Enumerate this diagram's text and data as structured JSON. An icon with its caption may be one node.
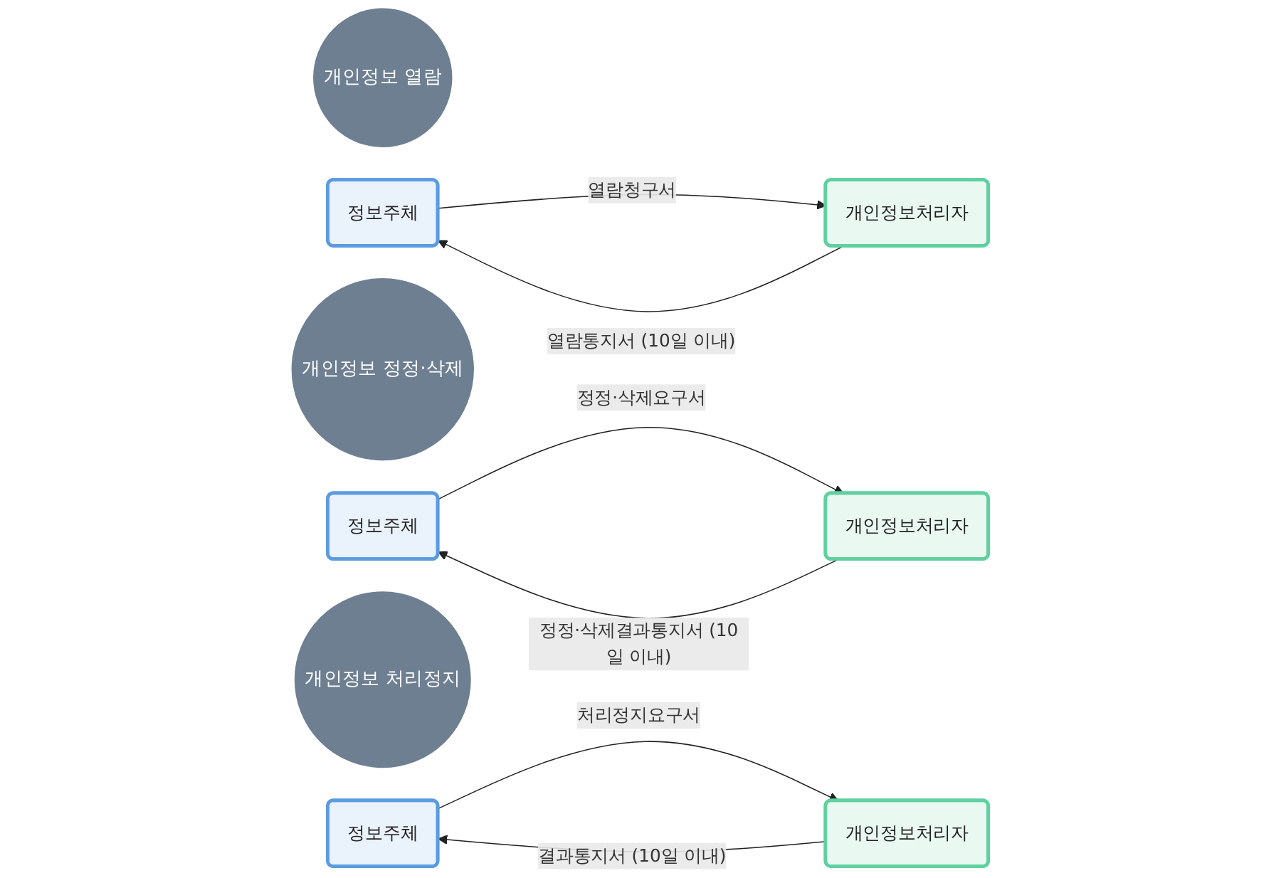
{
  "diagram": {
    "nodes": [
      {
        "text": [
          "개인정보 열람"
        ]
      },
      {
        "text": [
          "정보주체"
        ]
      },
      {
        "text": [
          "개인정보처리자"
        ]
      },
      {
        "text": [
          "개인정보 정정·삭제"
        ]
      },
      {
        "text": [
          "정보주체"
        ]
      },
      {
        "text": [
          "개인정보처리자"
        ]
      },
      {
        "text": [
          "개인정보 처리정지"
        ]
      },
      {
        "text": [
          "정보주체"
        ]
      },
      {
        "text": [
          "개인정보처리자"
        ]
      }
    ],
    "edges": [
      {
        "from": 1,
        "to": 2,
        "arrow": "to",
        "label": "열람청구서"
      },
      {
        "from": 2,
        "to": 1,
        "arrow": "to",
        "label": "열람통지서 (10일 이내)"
      },
      {
        "from": 4,
        "to": 5,
        "arrow": "to",
        "label": "정정·삭제요구서"
      },
      {
        "from": 5,
        "to": 4,
        "arrow": "to",
        "label": "정정·삭제결과통지서 (10일 이내)"
      },
      {
        "from": 7,
        "to": 8,
        "arrow": "to",
        "label": "처리정지요구서"
      },
      {
        "from": 8,
        "to": 7,
        "arrow": "to",
        "label": "결과통지서 (10일 이내)"
      }
    ]
  }
}
